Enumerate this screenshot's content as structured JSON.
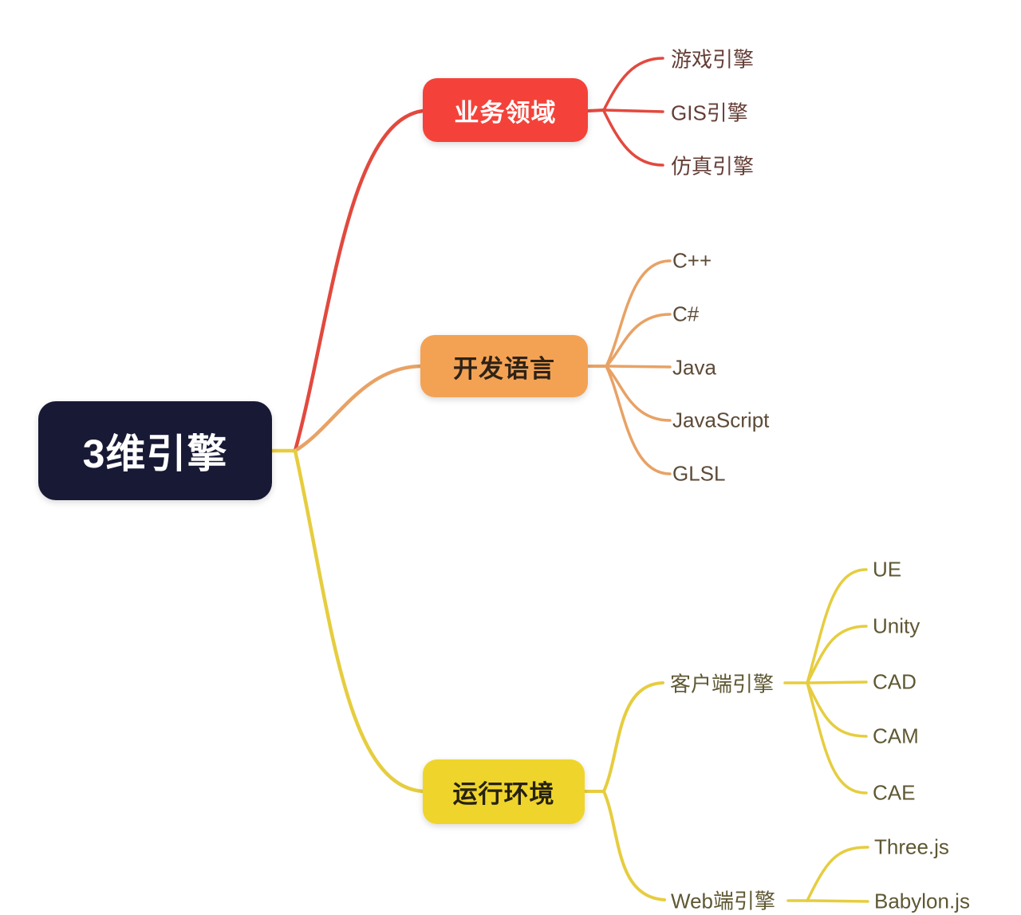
{
  "colors": {
    "background": "#ffffff",
    "root-bg": "#181935",
    "root-text": "#ffffff",
    "red-node-bg": "#f4423a",
    "red-node-text": "#ffffff",
    "line-red": "#e2493e",
    "red-leaf-text": "#653e37",
    "orange-node-bg": "#f3a254",
    "orange-node-text": "#2e2317",
    "line-orange": "#e8a265",
    "orange-leaf-text": "#5d4a37",
    "yellow-node-bg": "#efd52b",
    "yellow-node-text": "#262111",
    "line-yellow": "#e6cd3f",
    "yellow-leaf-text": "#5f5833"
  },
  "mindmap": {
    "root": "3维引擎",
    "branch_business": {
      "label": "业务领域",
      "children": [
        "游戏引擎",
        "GIS引擎",
        "仿真引擎"
      ]
    },
    "branch_language": {
      "label": "开发语言",
      "children": [
        "C++",
        "C#",
        "Java",
        "JavaScript",
        "GLSL"
      ]
    },
    "branch_runtime": {
      "label": "运行环境",
      "client": {
        "label": "客户端引擎",
        "children": [
          "UE",
          "Unity",
          "CAD",
          "CAM",
          "CAE"
        ]
      },
      "web": {
        "label": "Web端引擎",
        "children": [
          "Three.js",
          "Babylon.js"
        ]
      }
    }
  }
}
